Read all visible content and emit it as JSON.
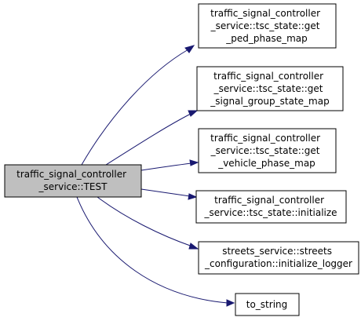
{
  "colors": {
    "root_fill": "#bfbfbf",
    "node_fill": "#ffffff",
    "border": "#000000",
    "edge": "#191970"
  },
  "root": {
    "id": "test",
    "lines": [
      "traffic_signal_controller",
      "_service::TEST"
    ]
  },
  "callees": [
    {
      "id": "get-ped-phase-map",
      "lines": [
        "traffic_signal_controller",
        "_service::tsc_state::get",
        "_ped_phase_map"
      ]
    },
    {
      "id": "get-signal-group-state-map",
      "lines": [
        "traffic_signal_controller",
        "_service::tsc_state::get",
        "_signal_group_state_map"
      ]
    },
    {
      "id": "get-vehicle-phase-map",
      "lines": [
        "traffic_signal_controller",
        "_service::tsc_state::get",
        "_vehicle_phase_map"
      ]
    },
    {
      "id": "initialize",
      "lines": [
        "traffic_signal_controller",
        "_service::tsc_state::initialize"
      ]
    },
    {
      "id": "initialize-logger",
      "lines": [
        "streets_service::streets",
        "_configuration::initialize_logger"
      ]
    },
    {
      "id": "to-string",
      "lines": [
        "to_string"
      ]
    }
  ],
  "edges": [
    {
      "from": "test",
      "to": "get-ped-phase-map"
    },
    {
      "from": "test",
      "to": "get-signal-group-state-map"
    },
    {
      "from": "test",
      "to": "get-vehicle-phase-map"
    },
    {
      "from": "test",
      "to": "initialize"
    },
    {
      "from": "test",
      "to": "initialize-logger"
    },
    {
      "from": "test",
      "to": "to-string"
    }
  ]
}
